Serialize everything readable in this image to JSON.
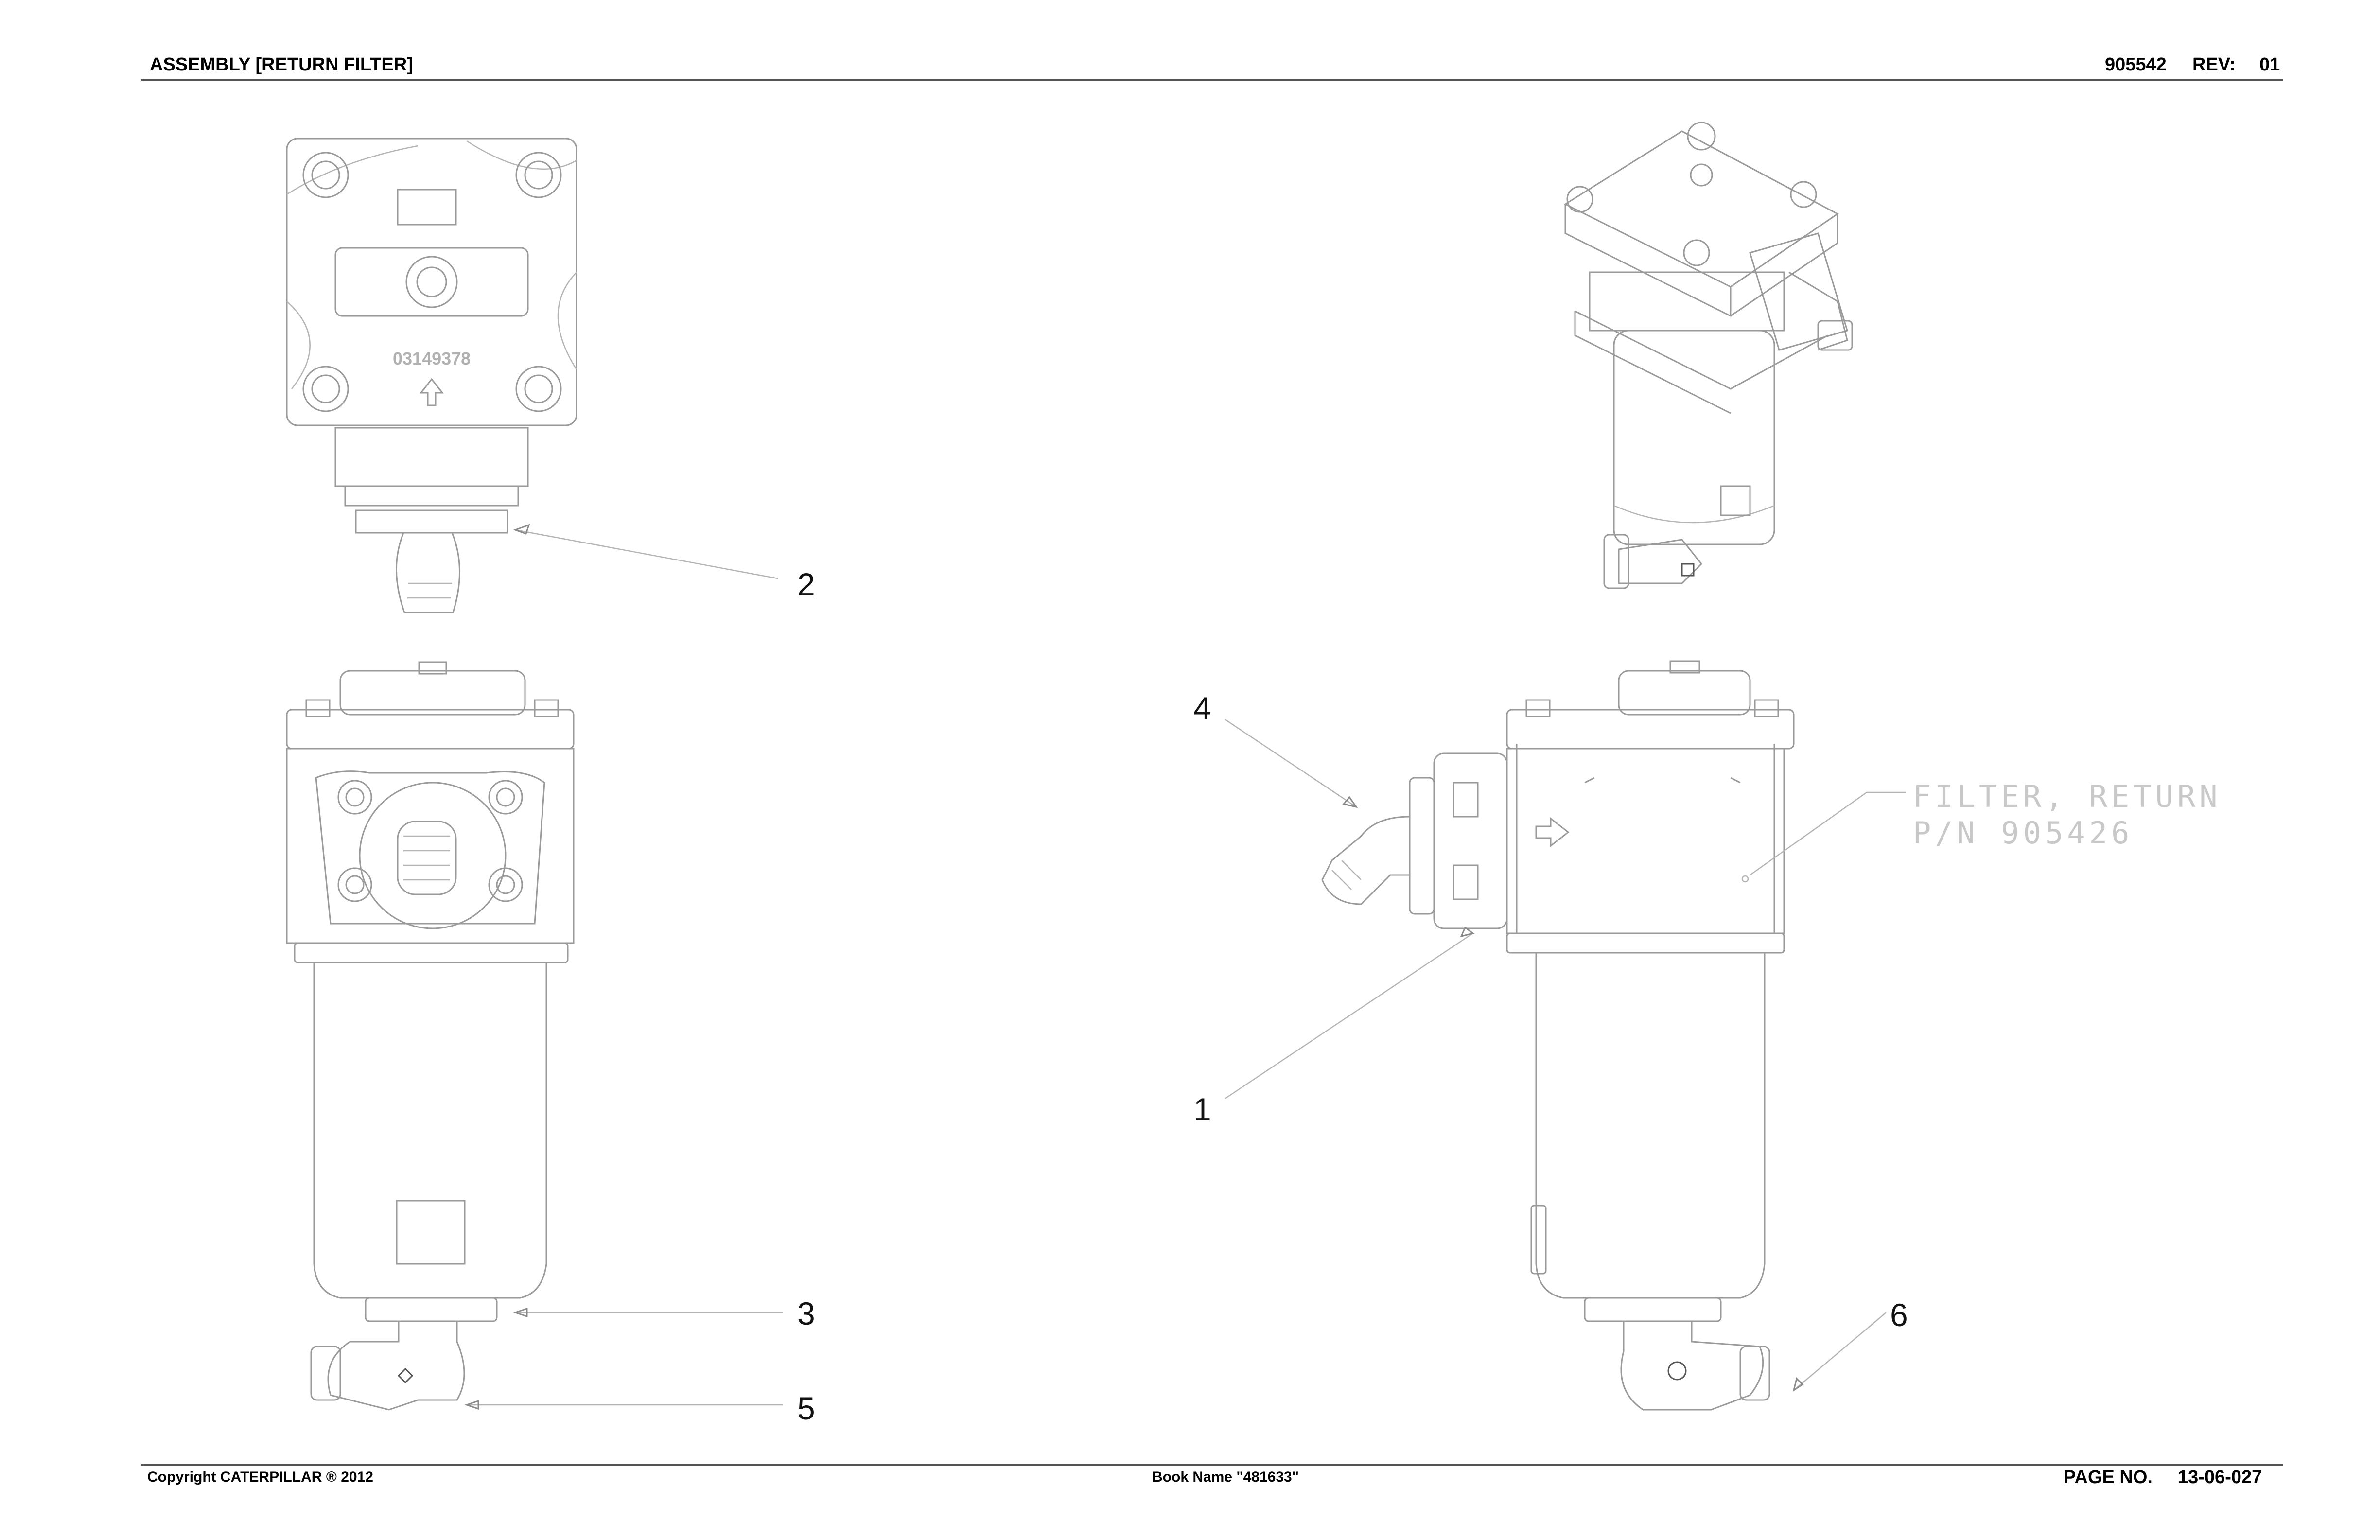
{
  "header": {
    "title": "ASSEMBLY [RETURN FILTER]",
    "part_number": "905542",
    "rev_label": "REV:",
    "rev_value": "01"
  },
  "footer": {
    "copyright": "Copyright CATERPILLAR ® 2012",
    "book_name": "Book Name \"481633\"",
    "page_label": "PAGE NO.",
    "page_value": "13-06-027"
  },
  "callouts": {
    "c1": "1",
    "c2": "2",
    "c3": "3",
    "c4": "4",
    "c5": "5",
    "c6": "6"
  },
  "note": {
    "line1": "FILTER, RETURN",
    "line2": "P/N 905426"
  },
  "top_view_marking": "03149378"
}
